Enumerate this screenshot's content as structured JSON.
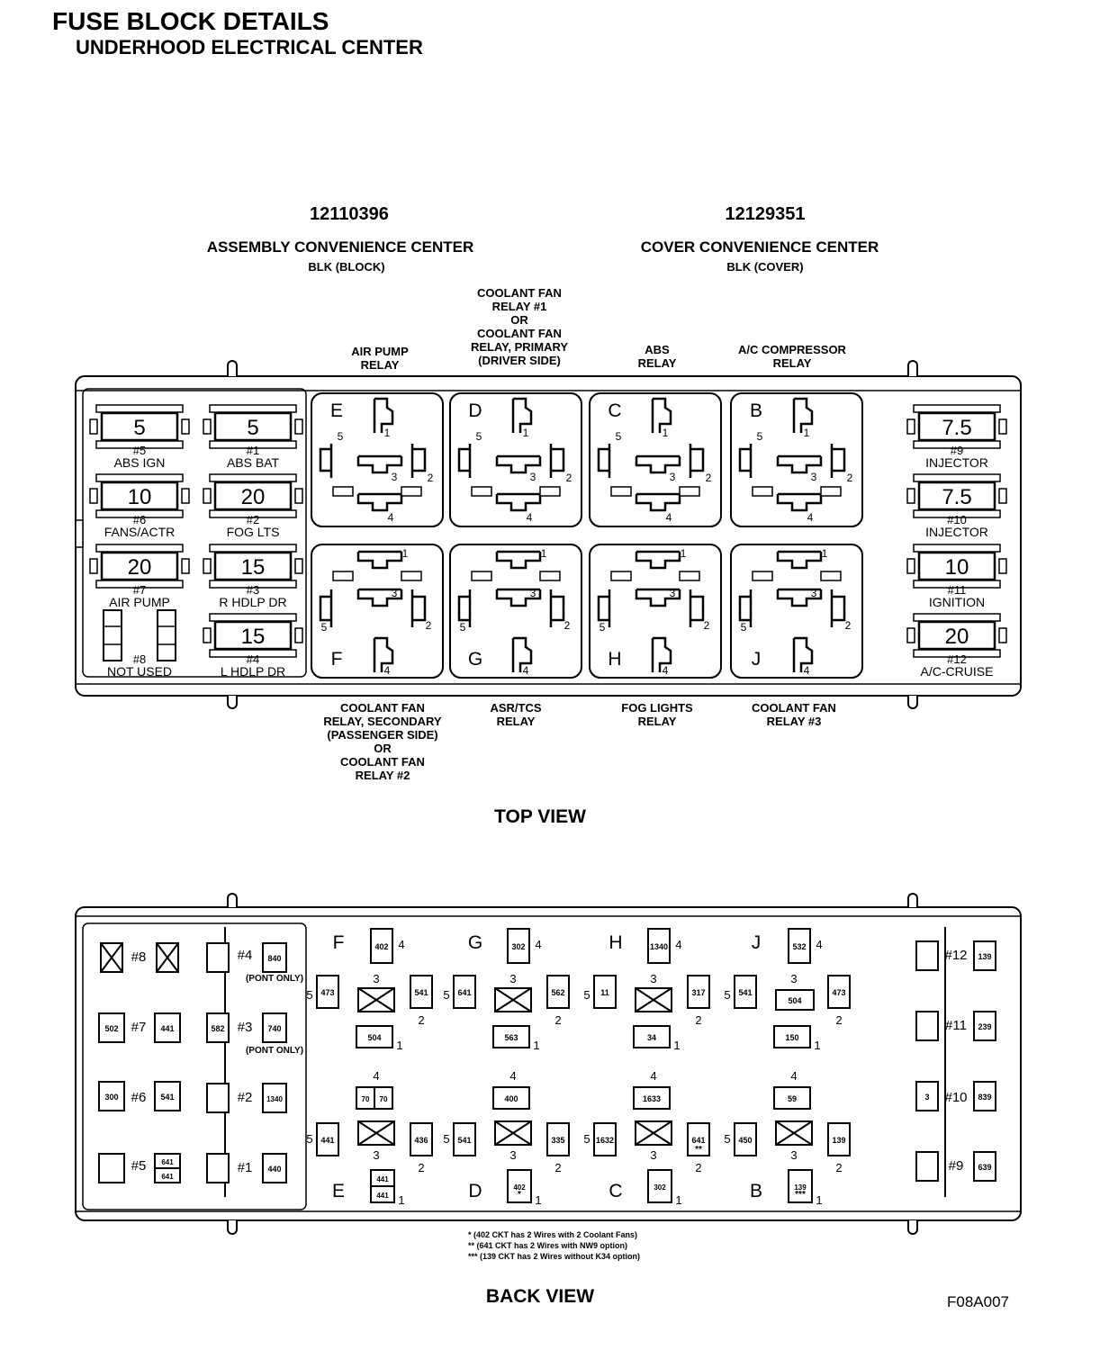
{
  "header": {
    "title": "FUSE BLOCK DETAILS",
    "subtitle": "UNDERHOOD ELECTRICAL CENTER"
  },
  "assembly": {
    "part_number": "12110396",
    "name": "ASSEMBLY CONVENIENCE CENTER",
    "color": "BLK (BLOCK)"
  },
  "cover": {
    "part_number": "12129351",
    "name": "COVER CONVENIENCE CENTER",
    "color": "BLK (COVER)"
  },
  "relay_labels": {
    "air_pump": "AIR PUMP\nRELAY",
    "coolant_primary": "COOLANT FAN\nRELAY #1\nOR\nCOOLANT FAN\nRELAY, PRIMARY\n(DRIVER SIDE)",
    "abs": "ABS\nRELAY",
    "ac_compressor": "A/C COMPRESSOR\nRELAY",
    "coolant_secondary": "COOLANT FAN\nRELAY, SECONDARY\n(PASSENGER SIDE)\nOR\nCOOLANT FAN\nRELAY #2",
    "asr_tcs": "ASR/TCS\nRELAY",
    "fog_lights": "FOG LIGHTS\nRELAY",
    "coolant_3": "COOLANT FAN\nRELAY #3"
  },
  "fuses": [
    {
      "amp": "5",
      "num": "#5",
      "name": "ABS IGN"
    },
    {
      "amp": "5",
      "num": "#1",
      "name": "ABS BAT"
    },
    {
      "amp": "10",
      "num": "#6",
      "name": "FANS/ACTR"
    },
    {
      "amp": "20",
      "num": "#2",
      "name": "FOG LTS"
    },
    {
      "amp": "20",
      "num": "#7",
      "name": "AIR PUMP"
    },
    {
      "amp": "15",
      "num": "#3",
      "name": "R HDLP DR"
    },
    {
      "amp": "",
      "num": "#8",
      "name": "NOT USED"
    },
    {
      "amp": "15",
      "num": "#4",
      "name": "L HDLP DR"
    },
    {
      "amp": "7.5",
      "num": "#9",
      "name": "INJECTOR"
    },
    {
      "amp": "7.5",
      "num": "#10",
      "name": "INJECTOR"
    },
    {
      "amp": "10",
      "num": "#11",
      "name": "IGNITION"
    },
    {
      "amp": "20",
      "num": "#12",
      "name": "A/C-CRUISE"
    }
  ],
  "relays_top": [
    "E",
    "D",
    "C",
    "B"
  ],
  "relays_bottom": [
    "F",
    "G",
    "H",
    "J"
  ],
  "pins": [
    "1",
    "2",
    "3",
    "4",
    "5"
  ],
  "views": {
    "top": "TOP VIEW",
    "back": "BACK VIEW"
  },
  "back": {
    "left_cavities": [
      "#8",
      "#7",
      "#6",
      "#5"
    ],
    "left_wires": [
      "502",
      "441",
      "300",
      "541",
      "641",
      "641"
    ],
    "mid_cavities": [
      "#4",
      "#3",
      "#2",
      "#1"
    ],
    "mid_wires": [
      "582",
      "840",
      "740",
      "1340",
      "440"
    ],
    "pont_only": "(PONT ONLY)",
    "right_cavities": [
      "#12",
      "#11",
      "#10",
      "#9"
    ],
    "right_wires": [
      "139",
      "239",
      "3",
      "839",
      "639"
    ],
    "relays_top": [
      {
        "letter": "F",
        "p4": "402",
        "p5": "473",
        "p2": "541",
        "p1": "504"
      },
      {
        "letter": "G",
        "p4": "302",
        "p5": "641",
        "p2": "562",
        "p1": "563"
      },
      {
        "letter": "H",
        "p4": "1340",
        "p5": "11",
        "p2": "317",
        "p1": "34"
      },
      {
        "letter": "J",
        "p4": "532",
        "p5": "541",
        "p2": "473",
        "p3": "504",
        "p1": "150"
      }
    ],
    "relays_bottom": [
      {
        "letter": "E",
        "p4a": "70",
        "p4b": "70",
        "p5": "441",
        "p2": "436",
        "p1a": "441",
        "p1b": "441"
      },
      {
        "letter": "D",
        "p4": "400",
        "p5": "541",
        "p2": "335",
        "p1": "402",
        "p1_mark": "*"
      },
      {
        "letter": "C",
        "p4": "1633",
        "p5": "1632",
        "p2": "641",
        "p2_mark": "**",
        "p1": "302"
      },
      {
        "letter": "B",
        "p4": "59",
        "p5": "450",
        "p2": "139",
        "p1": "139",
        "p1_mark": "***"
      }
    ]
  },
  "notes": [
    "* (402 CKT has 2 Wires with 2 Coolant Fans)",
    "** (641 CKT has 2 Wires with NW9 option)",
    "*** (139 CKT has 2 Wires without K34 option)"
  ],
  "figure_code": "F08A007"
}
